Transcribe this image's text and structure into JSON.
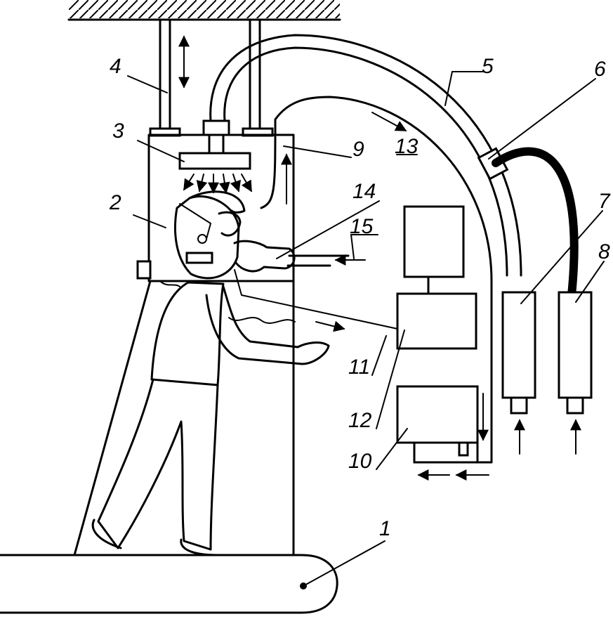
{
  "diagram": {
    "labels": {
      "n1": "1",
      "n2": "2",
      "n3": "3",
      "n4": "4",
      "n5": "5",
      "n6": "6",
      "n7": "7",
      "n8": "8",
      "n9": "9",
      "n10": "10",
      "n11": "11",
      "n12": "12",
      "n13": "13",
      "n14": "14",
      "n15": "15"
    }
  }
}
